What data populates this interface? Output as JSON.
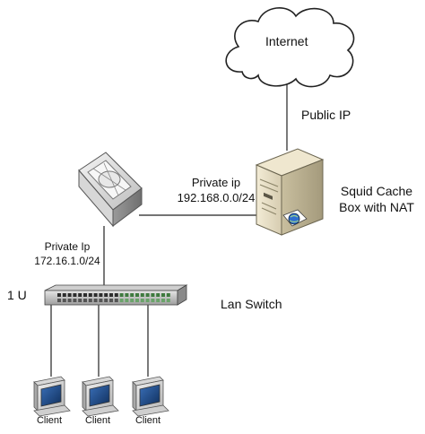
{
  "nodes": {
    "internet": {
      "label": "Internet"
    },
    "squid": {
      "label_line1": "Squid Cache",
      "label_line2": "Box with NAT"
    },
    "switch": {
      "label": "Lan Switch",
      "size_label": "1 U"
    },
    "clients": [
      {
        "label": "Client"
      },
      {
        "label": "Client"
      },
      {
        "label": "Client"
      }
    ]
  },
  "links": {
    "internet_to_squid": {
      "label": "Public IP"
    },
    "router_to_squid": {
      "label_line1": "Private ip",
      "label_line2": "192.168.0.0/24"
    },
    "router_to_switch": {
      "label_line1": "Private Ip",
      "label_line2": "172.16.1.0/24"
    }
  }
}
